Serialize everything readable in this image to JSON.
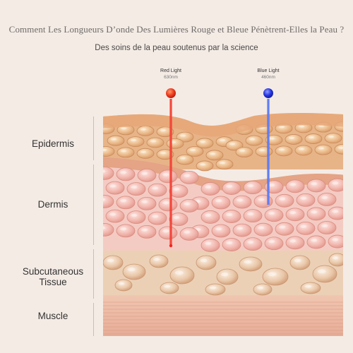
{
  "header": {
    "title": "Comment Les Longueurs D’onde Des Lumières Rouge et Bleue Pénètrent-Elles la Peau ?",
    "subtitle": "Des soins de la peau soutenus par la science"
  },
  "lights": [
    {
      "name": "Red Light",
      "wavelength": "630nm",
      "color": "#e8322a"
    },
    {
      "name": "Blue Light",
      "wavelength": "460nm",
      "color": "#2437d8"
    }
  ],
  "layers": [
    {
      "label": "Epidermis"
    },
    {
      "label": "Dermis"
    },
    {
      "label": "Subcutaneous Tissue"
    },
    {
      "label": "Muscle"
    }
  ],
  "colors": {
    "background": "#f4ebe5",
    "epidermis": "#e9b98c",
    "dermis": "#f2c3bd",
    "subcutaneous": "#e8c9ad",
    "muscle": "#e9b6a0"
  }
}
